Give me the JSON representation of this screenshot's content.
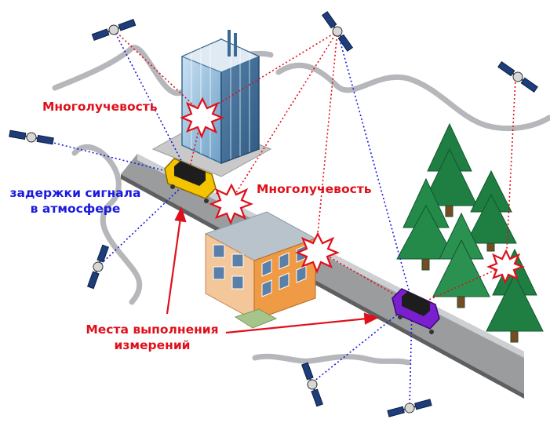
{
  "labels": {
    "multipath_top": "Многолучевость",
    "multipath_mid": "Многолучевость",
    "atmo_line1": "задержки сигнала",
    "atmo_line2": "в атмосфере",
    "measure_line1": "Места выполнения",
    "measure_line2": "измерений"
  },
  "colors": {
    "red": "#e0101a",
    "blue": "#1a1ae0",
    "road": "#9a9c9e",
    "tree": "#1f7f43",
    "car_yellow": "#f5c400",
    "car_purple": "#7a1fd0"
  }
}
